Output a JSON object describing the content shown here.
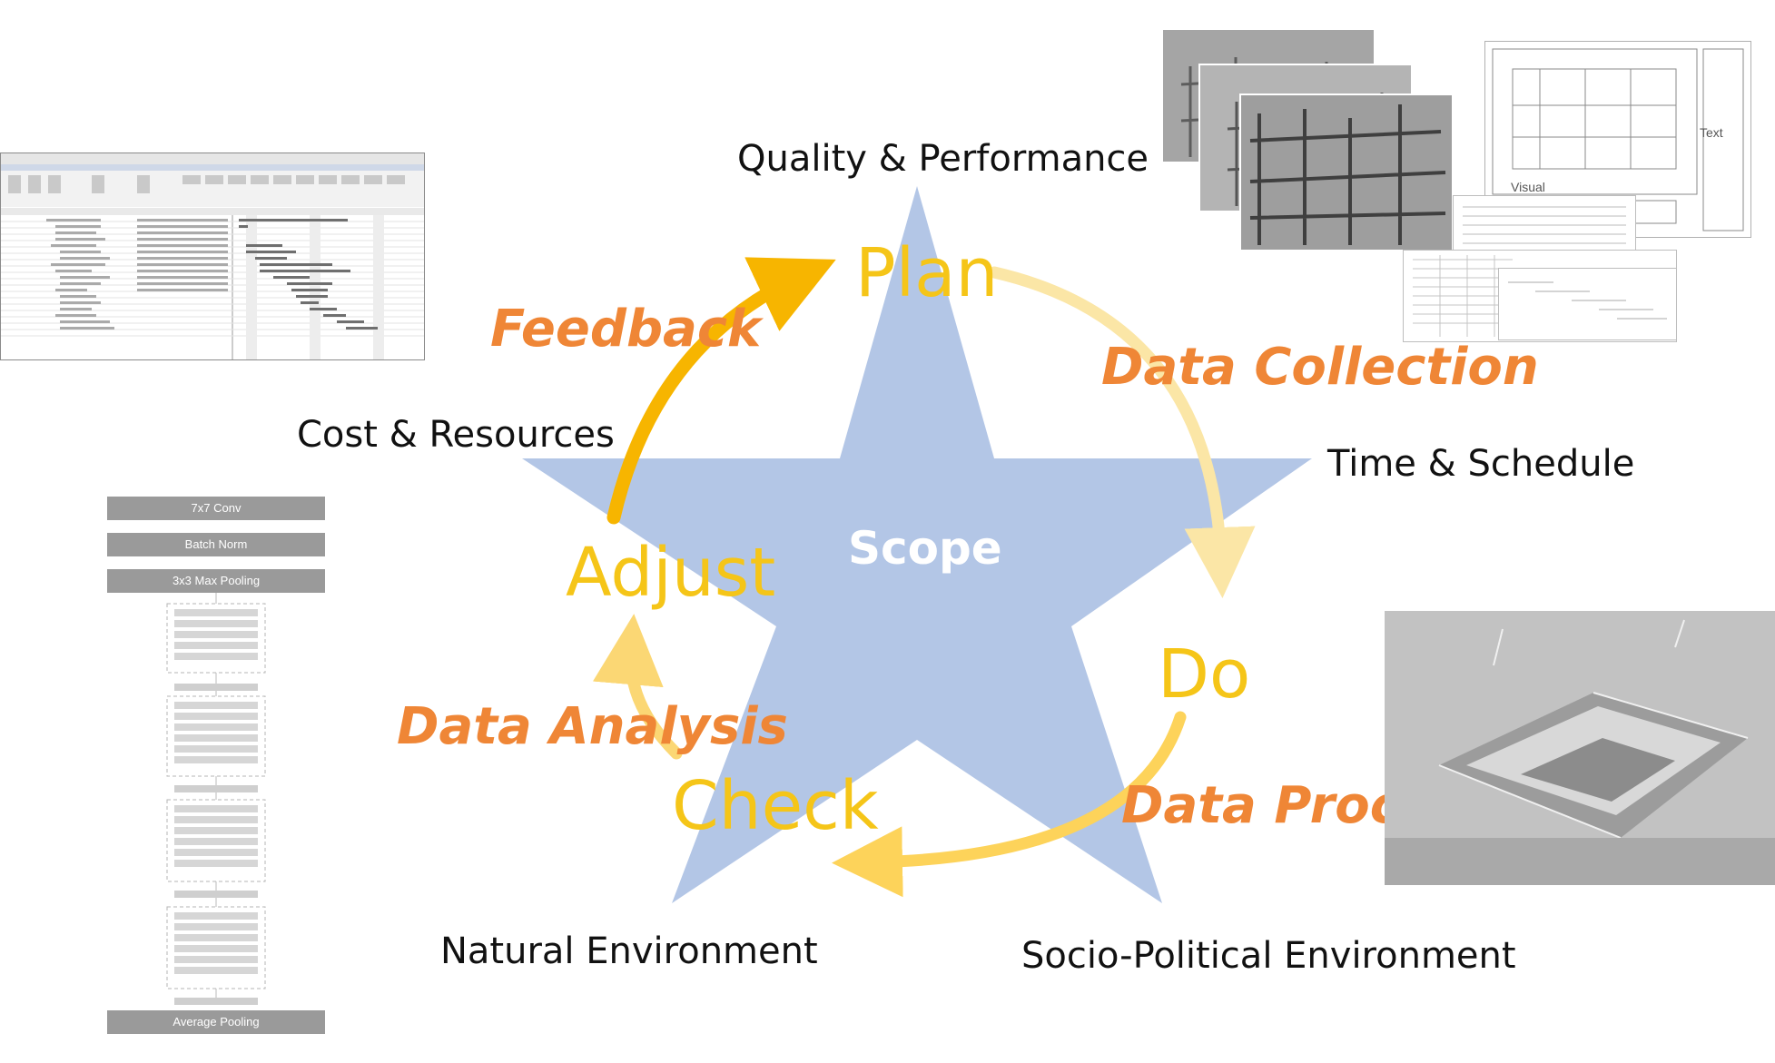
{
  "scope": "Scope",
  "context": {
    "quality": "Quality & Performance",
    "time": "Time & Schedule",
    "cost": "Cost & Resources",
    "natural": "Natural Environment",
    "socio": "Socio-Political Environment"
  },
  "phases": {
    "plan": "Plan",
    "do": "Do",
    "check": "Check",
    "adjust": "Adjust"
  },
  "flows": {
    "collection": "Data Collection",
    "processing": "Data Processing",
    "analysis": "Data Analysis",
    "feedback": "Feedback"
  },
  "network": {
    "conv": "7x7 Conv",
    "bn": "Batch Norm",
    "pool": "3x3 Max Pooling",
    "avg": "Average Pooling"
  },
  "doc_labels": {
    "text": "Text",
    "visual": "Visual"
  },
  "colors": {
    "star": "#b3c6e6",
    "phase": "#f5c518",
    "flow": "#ef8636",
    "arrow_feedback": "#f7b500",
    "arrow_collection": "#fbe6a6",
    "arrow_processing": "#fdd35a",
    "arrow_analysis": "#fbd774"
  }
}
